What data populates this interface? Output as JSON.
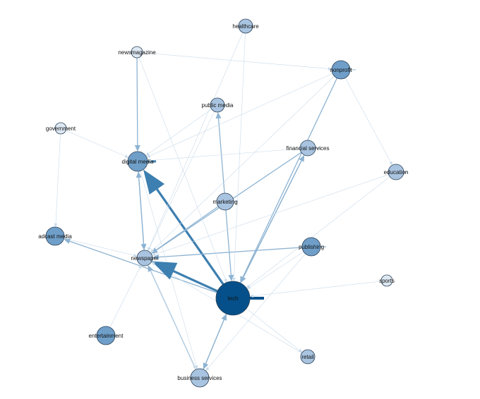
{
  "colors": {
    "node_dark": "#05508a",
    "node_mid": "#6f9fc9",
    "node_light": "#a9c4e0",
    "node_pale": "#dde8f3",
    "node_stroke": "#2a3f55",
    "edge_strong": "#3d7fb0",
    "edge_medium": "#8db3d2",
    "edge_light": "#c9dbea"
  },
  "nodes": [
    {
      "id": "healthcare",
      "label": "healthcare",
      "shade": "light"
    },
    {
      "id": "newsmagazine",
      "label": "newsmagazine",
      "shade": "pale"
    },
    {
      "id": "nonprofit",
      "label": "nonprofit",
      "shade": "mid"
    },
    {
      "id": "public-media",
      "label": "public media",
      "shade": "light"
    },
    {
      "id": "government",
      "label": "government",
      "shade": "pale"
    },
    {
      "id": "financial-services",
      "label": "financial services",
      "shade": "light"
    },
    {
      "id": "digital-media",
      "label": "digital media",
      "shade": "mid"
    },
    {
      "id": "education",
      "label": "education",
      "shade": "light"
    },
    {
      "id": "marketing",
      "label": "marketing",
      "shade": "light"
    },
    {
      "id": "broadcast-media",
      "label": "adcast media",
      "shade": "mid"
    },
    {
      "id": "publishing",
      "label": "publishing",
      "shade": "mid"
    },
    {
      "id": "newspaper",
      "label": "newspaper",
      "shade": "light"
    },
    {
      "id": "sports",
      "label": "sports",
      "shade": "pale"
    },
    {
      "id": "tech",
      "label": "tech",
      "shade": "dark"
    },
    {
      "id": "entertainment",
      "label": "entertainment",
      "shade": "mid"
    },
    {
      "id": "retail",
      "label": "retail",
      "shade": "light"
    },
    {
      "id": "business-services",
      "label": "business services",
      "shade": "light"
    }
  ],
  "edges": [
    {
      "source": "tech",
      "target": "newspaper",
      "weight": "strong"
    },
    {
      "source": "tech",
      "target": "digital-media",
      "weight": "strong"
    },
    {
      "source": "digital-media",
      "target": "newspaper",
      "weight": "medium"
    },
    {
      "source": "newspaper",
      "target": "digital-media",
      "weight": "medium"
    },
    {
      "source": "tech",
      "target": "broadcast-media",
      "weight": "medium"
    },
    {
      "source": "tech",
      "target": "business-services",
      "weight": "medium"
    },
    {
      "source": "business-services",
      "target": "tech",
      "weight": "medium"
    },
    {
      "source": "tech",
      "target": "financial-services",
      "weight": "medium"
    },
    {
      "source": "financial-services",
      "target": "tech",
      "weight": "medium"
    },
    {
      "source": "marketing",
      "target": "tech",
      "weight": "medium"
    },
    {
      "source": "nonprofit",
      "target": "tech",
      "weight": "medium"
    },
    {
      "source": "marketing",
      "target": "public-media",
      "weight": "medium"
    },
    {
      "source": "newsmagazine",
      "target": "digital-media",
      "weight": "medium"
    },
    {
      "source": "publishing",
      "target": "newspaper",
      "weight": "medium"
    },
    {
      "source": "business-services",
      "target": "newspaper",
      "weight": "medium"
    },
    {
      "source": "marketing",
      "target": "newspaper",
      "weight": "medium"
    },
    {
      "source": "financial-services",
      "target": "newspaper",
      "weight": "medium"
    },
    {
      "source": "education",
      "target": "newspaper",
      "weight": "light"
    },
    {
      "source": "nonprofit",
      "target": "digital-media",
      "weight": "light"
    },
    {
      "source": "tech",
      "target": "retail",
      "weight": "light"
    },
    {
      "source": "sports",
      "target": "tech",
      "weight": "light"
    },
    {
      "source": "publishing",
      "target": "tech",
      "weight": "light"
    },
    {
      "source": "education",
      "target": "tech",
      "weight": "light"
    },
    {
      "source": "healthcare",
      "target": "tech",
      "weight": "light"
    },
    {
      "source": "newsmagazine",
      "target": "tech",
      "weight": "light"
    },
    {
      "source": "public-media",
      "target": "digital-media",
      "weight": "light"
    },
    {
      "source": "government",
      "target": "digital-media",
      "weight": "light"
    },
    {
      "source": "entertainment",
      "target": "newspaper",
      "weight": "light"
    },
    {
      "source": "newspaper",
      "target": "business-services",
      "weight": "light"
    },
    {
      "source": "broadcast-media",
      "target": "newspaper",
      "weight": "light"
    },
    {
      "source": "digital-media",
      "target": "business-services",
      "weight": "light"
    },
    {
      "source": "nonprofit",
      "target": "newspaper",
      "weight": "light"
    },
    {
      "source": "newsmagazine",
      "target": "nonprofit",
      "weight": "light"
    },
    {
      "source": "healthcare",
      "target": "newspaper",
      "weight": "light"
    },
    {
      "source": "financial-services",
      "target": "digital-media",
      "weight": "light"
    },
    {
      "source": "public-media",
      "target": "newspaper",
      "weight": "light"
    },
    {
      "source": "government",
      "target": "broadcast-media",
      "weight": "light"
    },
    {
      "source": "nonprofit",
      "target": "education",
      "weight": "light"
    },
    {
      "source": "publishing",
      "target": "business-services",
      "weight": "light"
    },
    {
      "source": "retail",
      "target": "newspaper",
      "weight": "light"
    }
  ]
}
